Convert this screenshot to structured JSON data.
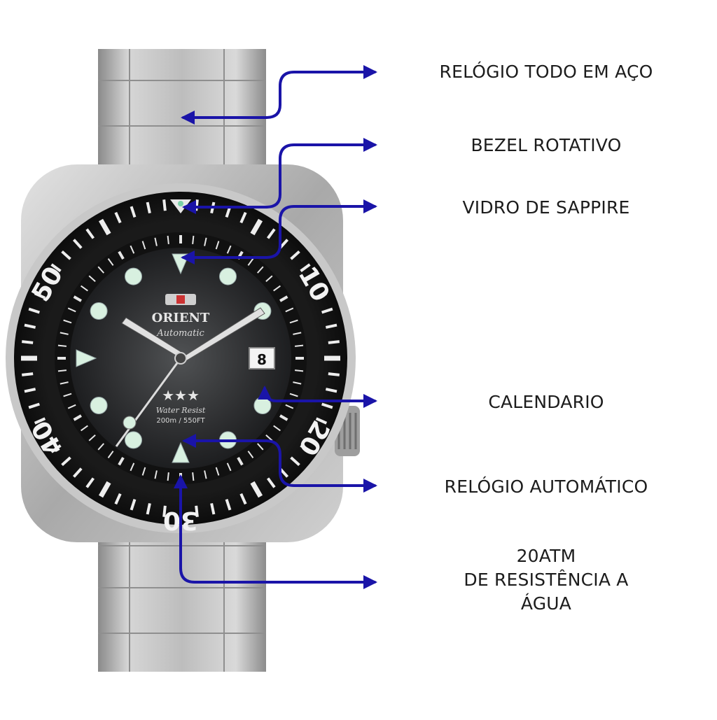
{
  "labels": {
    "steel": "RELÓGIO TODO EM AÇO",
    "bezel": "BEZEL ROTATIVO",
    "glass": "VIDRO DE SAPPIRE",
    "date": "CALENDARIO",
    "automatic": "RELÓGIO AUTOMÁTICO",
    "water_line1": "20ATM",
    "water_line2": "DE RESISTÊNCIA A",
    "water_line3": "ÁGUA"
  },
  "watch": {
    "brand": "ORIENT",
    "model_script": "Automatic",
    "dial_text1": "Water Resist",
    "dial_text2": "200m / 550FT",
    "date_value": "8",
    "bezel_numbers": [
      "10",
      "20",
      "30",
      "40",
      "50"
    ]
  },
  "colors": {
    "arrow": "#1a14a8",
    "bezel": "#141414",
    "dial": "#2e2f31",
    "lume": "#d8f0e0",
    "steel": "#b8b8b8"
  }
}
